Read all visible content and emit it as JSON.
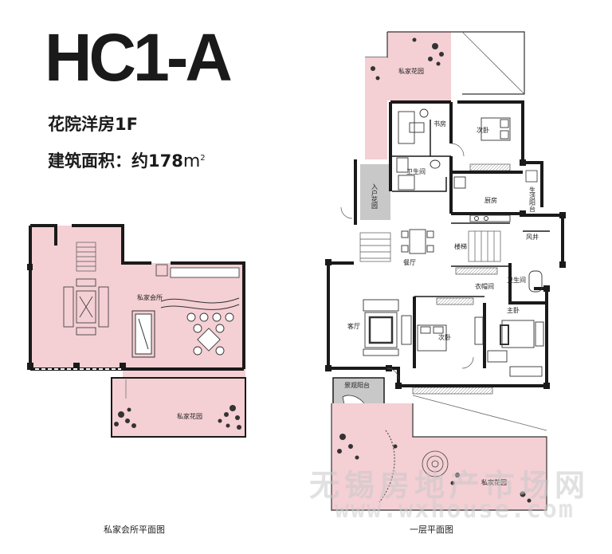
{
  "header": {
    "title": "HC1-A",
    "subtitle": "花院洋房1F",
    "area_label": "建筑面积：约178",
    "area_unit": "m",
    "area_sup": "2"
  },
  "clubhouse_plan": {
    "caption": "私家会所平面图",
    "rooms": {
      "lounge": "私家会所",
      "garden": "私家花园"
    }
  },
  "first_floor_plan": {
    "caption": "一层平面图",
    "rooms": {
      "garden_top": "私家花园",
      "study": "书房",
      "bedroom_top": "次卧",
      "bathroom_top": "卫生间",
      "entry_garden": "入户花园",
      "kitchen": "厨房",
      "utility_balcony": "生活阳台",
      "dining": "餐厅",
      "stair": "楼梯",
      "vent": "风井",
      "closet": "衣帽间",
      "bathroom_mid": "卫生间",
      "living": "客厅",
      "bedroom_mid": "次卧",
      "master": "主卧",
      "view_balcony": "景观阳台",
      "garden_bottom": "私家花园"
    }
  },
  "watermark": {
    "text": "无锡房地产市场网",
    "url": "www.wxhouse.com"
  },
  "colors": {
    "pink": "#f4cfd4",
    "gray": "#c8c8c8",
    "wall": "#1a1a1a"
  }
}
